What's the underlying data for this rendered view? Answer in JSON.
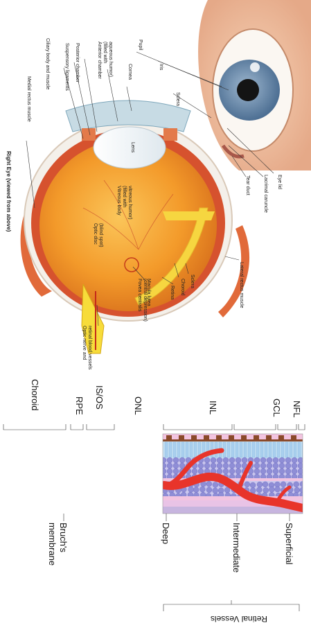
{
  "anatomy": {
    "title": "Right Eye (viewed from above)",
    "labels": {
      "eyelid": "Eye lid",
      "lacrimal_caruncle": "Lacrimal caruncle",
      "tear_duct": "Tear duct",
      "sclera_top": "Sclera",
      "iris": "Iris",
      "pupil": "Pupil",
      "cornea": "Cornea",
      "anterior_chamber": "Anterior chamber (filled with aqueous humor)",
      "posterior_chamber": "Posterior chamber",
      "suspensory_ligaments": "Suspensory ligaments",
      "ciliary_body": "Ciliary body and muscle",
      "medial_rectus": "Medial rectus muscle",
      "lens": "Lens",
      "vitreous_body": "Vitreous body (filled with vitreous humor)",
      "optic_disc": "Optic disc (blind spot)",
      "macula": "Macula lutea",
      "fovea": "Fovea centralis (central depression)",
      "optic_nerve": "Optic nerve and retinal blood vessels",
      "retina": "Retina",
      "choroid": "Choroid",
      "sclera": "Sclera",
      "lateral_rectus": "Lateral rectus muscle"
    }
  },
  "retina_layers": {
    "left_labels": {
      "nfl": "NFL",
      "gcl": "GCL",
      "inl": "INL",
      "onl": "ONL",
      "isos": "IS/OS",
      "rpe": "RPE",
      "choroid": "Choroid"
    },
    "right_labels": {
      "superficial": "Superficial",
      "intermediate": "Intermediate",
      "deep": "Deep",
      "bruchs_membrane": "Bruch's membrane",
      "retinal_vessels": "Retinal Vessels"
    }
  },
  "colors": {
    "vessel_red": "#e8342a",
    "choroid_red": "#e0452a",
    "cell_blue": "#8f8ed6",
    "membrane_pink": "#f2c4e0",
    "eyeball_orange": "#f39a2a",
    "retina_yellow": "#f6d640",
    "iris_blue": "#6a8fb4"
  }
}
